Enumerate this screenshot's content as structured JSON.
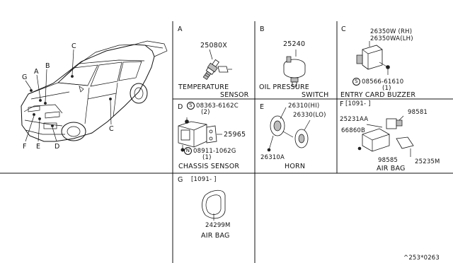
{
  "car": {
    "callouts": [
      "A",
      "B",
      "C",
      "C",
      "D",
      "E",
      "F",
      "G"
    ]
  },
  "panels": {
    "A": {
      "letter": "A",
      "part": "25080X",
      "name_line1": "TEMPERATURE",
      "name_line2": "SENSOR"
    },
    "B": {
      "letter": "B",
      "part": "25240",
      "name_line1": "OIL PRESSURE",
      "name_line2": "SWITCH"
    },
    "C": {
      "letter": "C",
      "part_rh": "26350W (RH)",
      "part_lh": "26350WA(LH)",
      "bolt_symbol": "S",
      "bolt": "08566-61610",
      "bolt_qty": "(1)",
      "name": "ENTRY CARD BUZZER"
    },
    "D": {
      "letter": "D",
      "screw_symbol": "S",
      "screw": "08363-6162C",
      "screw_qty": "(2)",
      "part": "25965",
      "nut_symbol": "N",
      "nut": "08911-1062G",
      "nut_qty": "(1)",
      "name": "CHASSIS SENSOR"
    },
    "E": {
      "letter": "E",
      "part_hi": "26310(HI)",
      "part_lo": "26330(LO)",
      "part_bracket": "26310A",
      "name": "HORN"
    },
    "F": {
      "letter": "F",
      "date": "[1091-  ]",
      "part1": "25231AA",
      "part2": "98581",
      "part3": "66860B",
      "part4": "98585",
      "part5": "25235M",
      "name": "AIR BAG"
    },
    "G": {
      "letter": "G",
      "date": "[1091-  ]",
      "part": "24299M",
      "name": "AIR BAG"
    }
  },
  "footer": {
    "code": "^253*0263"
  }
}
